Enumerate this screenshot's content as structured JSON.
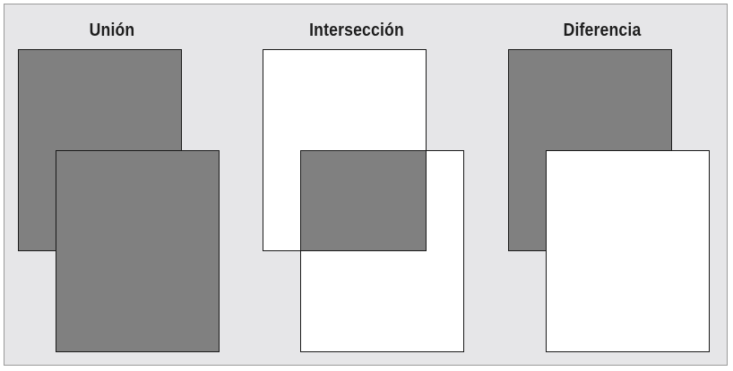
{
  "colors": {
    "background": "#e6e6e8",
    "filled": "#808080",
    "empty": "#ffffff",
    "outline": "#1a1a1a"
  },
  "panels": [
    {
      "title": "Unión",
      "operation": "union",
      "shapes": {
        "back": "filled",
        "front": "filled",
        "overlap": "filled"
      }
    },
    {
      "title": "Intersección",
      "operation": "intersection",
      "shapes": {
        "back": "empty",
        "front": "empty",
        "overlap": "filled"
      }
    },
    {
      "title": "Diferencia",
      "operation": "difference",
      "shapes": {
        "back": "filled",
        "front": "empty",
        "overlap": "empty"
      }
    }
  ]
}
